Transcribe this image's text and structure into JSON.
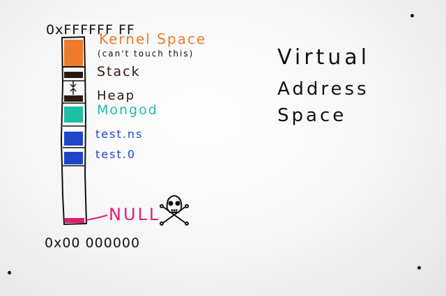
{
  "memory_map": {
    "top_address": "0xFFFFFF FF",
    "bottom_address": "0x00 000000",
    "segments": [
      {
        "id": "kernel",
        "label": "Kernel Space",
        "note": "(can't touch this)",
        "color": "#ee7a2b"
      },
      {
        "id": "stack",
        "label": "Stack",
        "color": "#2a1a12"
      },
      {
        "id": "heap",
        "label": "Heap",
        "color": "#2a1a12"
      },
      {
        "id": "mongod",
        "label": "Mongod",
        "color": "#1fbfa6"
      },
      {
        "id": "test-ns",
        "label": "test.ns",
        "color": "#1f45c9"
      },
      {
        "id": "test-0",
        "label": "test.0",
        "color": "#1f45c9"
      },
      {
        "id": "null",
        "label": "NULL",
        "color": "#e21c73"
      }
    ]
  },
  "title_lines": [
    "Virtual",
    "Address",
    "Space"
  ],
  "icons": {
    "null_icon": "skull-and-crossbones-icon"
  }
}
